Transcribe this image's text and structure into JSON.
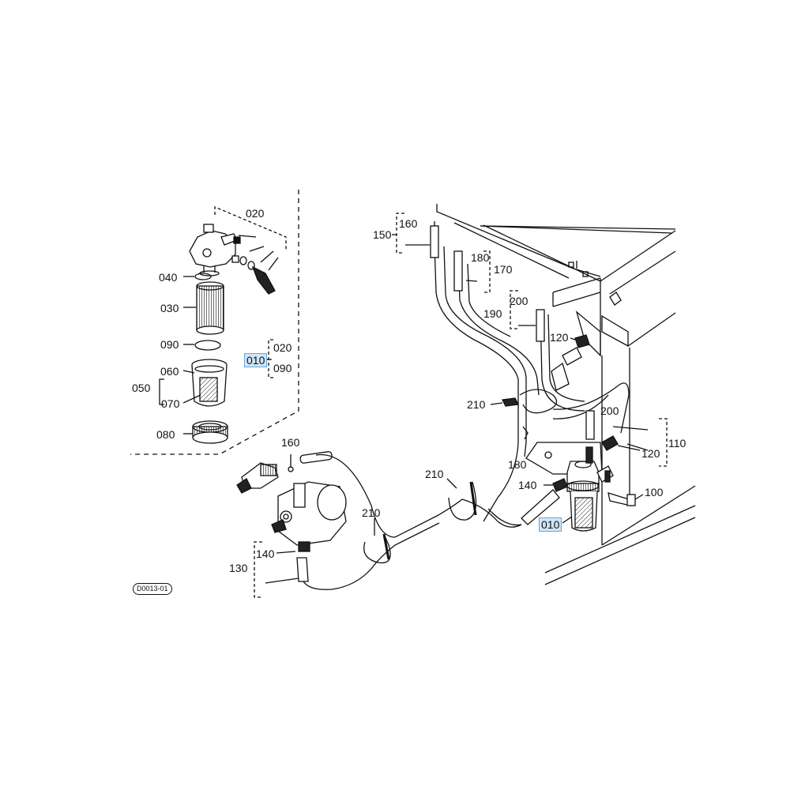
{
  "diagram": {
    "reference_code": "D0013-01",
    "callouts": {
      "c010_inset": "010",
      "c020_top": "020",
      "c040": "040",
      "c030": "030",
      "c090": "090",
      "c020_b": "020",
      "c090_b": "090",
      "c060": "060",
      "c050": "050",
      "c070": "070",
      "c080": "080",
      "c160_a": "160",
      "c150": "150",
      "c180_a": "180",
      "c170": "170",
      "c200_a": "200",
      "c190": "190",
      "c120_a": "120",
      "c210_a": "210",
      "c200_b": "200",
      "c110": "110",
      "c120_b": "120",
      "c180_b": "180",
      "c140_a": "140",
      "c100": "100",
      "c010_main": "010",
      "c160_b": "160",
      "c210_b": "210",
      "c210_c": "210",
      "c140_b": "140",
      "c130": "130"
    },
    "highlight_color": "#cfe5f7",
    "line_color": "#111111"
  }
}
